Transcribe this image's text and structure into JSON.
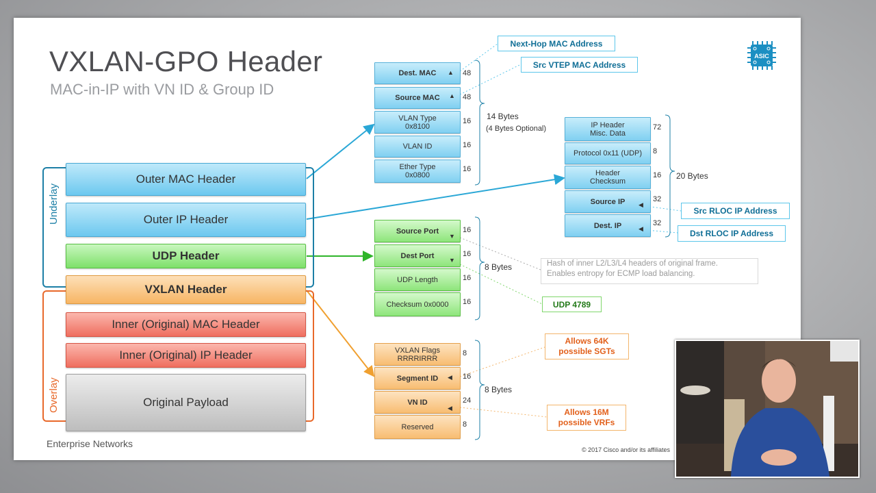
{
  "slide": {
    "title": "VXLAN-GPO Header",
    "subtitle": "MAC-in-IP with VN ID & Group ID",
    "footer": "Enterprise Networks",
    "copyright": "© 2017 Cisco and/or its affiliates"
  },
  "asic_logo": {
    "label": "ASIC"
  },
  "stack": {
    "underlay_label": "Underlay",
    "overlay_label": "Overlay",
    "layers": [
      {
        "label": "Outer MAC Header",
        "color": "blue"
      },
      {
        "label": "Outer IP Header",
        "color": "blue"
      },
      {
        "label": "UDP Header",
        "color": "green"
      },
      {
        "label": "VXLAN Header",
        "color": "orange"
      },
      {
        "label": "Inner (Original) MAC Header",
        "color": "red"
      },
      {
        "label": "Inner (Original) IP Header",
        "color": "red"
      },
      {
        "label": "Original Payload",
        "color": "gray"
      }
    ]
  },
  "outer_mac": {
    "fields": [
      {
        "line1": "Dest. MAC",
        "line2": "",
        "bits": "48"
      },
      {
        "line1": "Source MAC",
        "line2": "",
        "bits": "48"
      },
      {
        "line1": "VLAN Type",
        "line2": "0x8100",
        "bits": "16"
      },
      {
        "line1": "VLAN ID",
        "line2": "",
        "bits": "16"
      },
      {
        "line1": "Ether Type",
        "line2": "0x0800",
        "bits": "16"
      }
    ],
    "size": "14 Bytes",
    "size_note": "(4 Bytes Optional)"
  },
  "outer_ip": {
    "fields": [
      {
        "line1": "IP Header",
        "line2": "Misc. Data",
        "bits": "72"
      },
      {
        "line1": "Protocol 0x11 (UDP)",
        "line2": "",
        "bits": "8"
      },
      {
        "line1": "Header",
        "line2": "Checksum",
        "bits": "16"
      },
      {
        "line1": "Source IP",
        "line2": "",
        "bits": "32"
      },
      {
        "line1": "Dest. IP",
        "line2": "",
        "bits": "32"
      }
    ],
    "size": "20 Bytes"
  },
  "udp": {
    "fields": [
      {
        "line1": "Source Port",
        "line2": "",
        "bits": "16"
      },
      {
        "line1": "Dest Port",
        "line2": "",
        "bits": "16"
      },
      {
        "line1": "UDP Length",
        "line2": "",
        "bits": "16"
      },
      {
        "line1": "Checksum 0x0000",
        "line2": "",
        "bits": "16"
      }
    ],
    "size": "8 Bytes"
  },
  "vxlan": {
    "fields": [
      {
        "line1": "VXLAN Flags",
        "line2": "RRRRIRRR",
        "bits": "8"
      },
      {
        "line1": "Segment ID",
        "line2": "",
        "bits": "16"
      },
      {
        "line1": "VN ID",
        "line2": "",
        "bits": "24"
      },
      {
        "line1": "Reserved",
        "line2": "",
        "bits": "8"
      }
    ],
    "size": "8 Bytes"
  },
  "callouts": {
    "next_hop_mac": "Next-Hop MAC Address",
    "src_vtep_mac": "Src VTEP MAC Address",
    "src_rloc_ip": "Src RLOC IP Address",
    "dst_rloc_ip": "Dst RLOC IP Address",
    "hash_line1": "Hash of inner L2/L3/L4 headers of original frame.",
    "hash_line2": "Enables entropy for ECMP load balancing.",
    "udp_port": "UDP 4789",
    "sgt_line1": "Allows 64K",
    "sgt_line2": "possible SGTs",
    "vrf_line1": "Allows 16M",
    "vrf_line2": "possible VRFs"
  },
  "colors": {
    "underlay": "#1c7fa6",
    "overlay": "#e8682a",
    "arrow_blue": "#2aa7d6",
    "arrow_green": "#2fb52a",
    "arrow_orange": "#f0a030"
  }
}
